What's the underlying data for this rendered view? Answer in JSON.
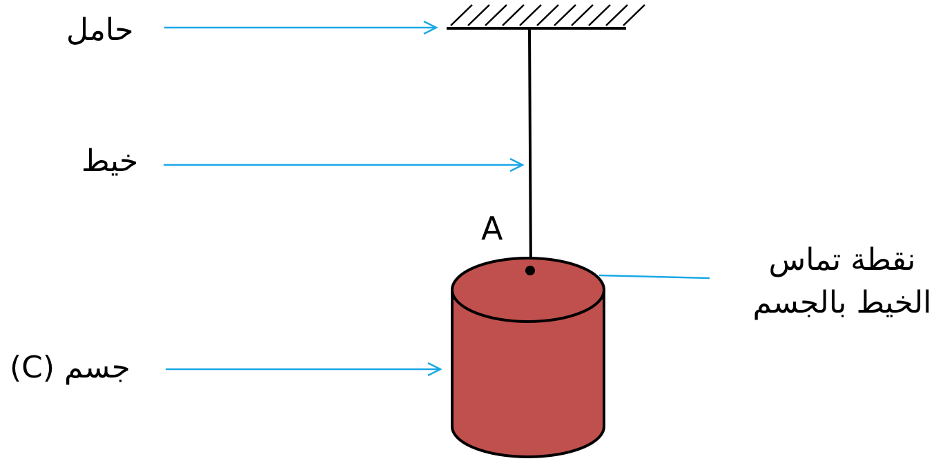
{
  "labels": {
    "support": "حامل",
    "string": "خيط",
    "body": "جسم (C)",
    "point": "A",
    "contact_line1": "نقطة تماس",
    "contact_line2": "الخيط بالجسم"
  },
  "colors": {
    "arrow": "#1aa7e6",
    "body_fill": "#c0504d",
    "outline": "#000000",
    "background": "#ffffff"
  }
}
